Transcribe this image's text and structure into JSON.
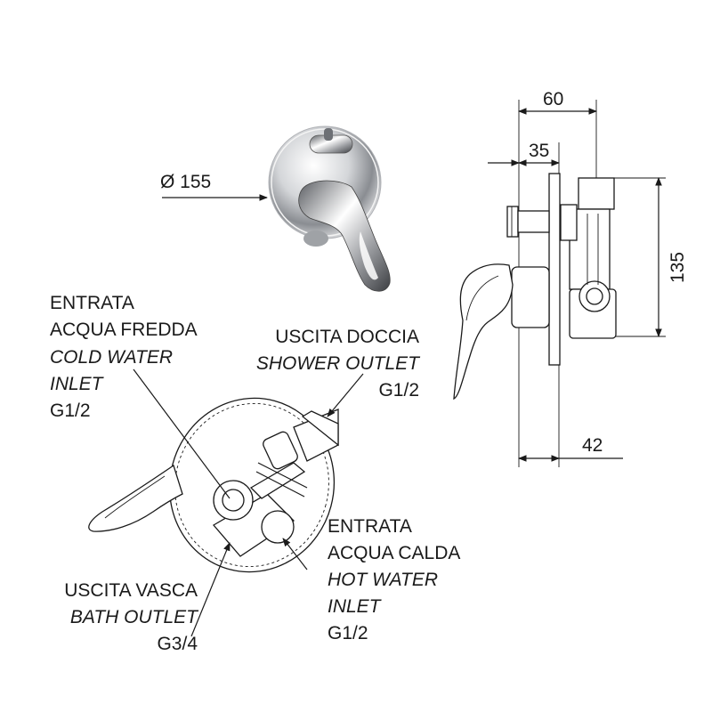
{
  "dimensions": {
    "diameter": "Ø 155",
    "width_60": "60",
    "width_35": "35",
    "height_135": "135",
    "depth_42": "42"
  },
  "labels": {
    "cold_inlet": {
      "line1": "ENTRATA",
      "line2": "ACQUA FREDDA",
      "line3": "COLD WATER",
      "line4": "INLET",
      "line5": "G1/2"
    },
    "shower_outlet": {
      "line1": "USCITA DOCCIA",
      "line2": "SHOWER OUTLET",
      "line3": "G1/2"
    },
    "hot_inlet": {
      "line1": "ENTRATA",
      "line2": "ACQUA CALDA",
      "line3": "HOT WATER",
      "line4": "INLET",
      "line5": "G1/2"
    },
    "bath_outlet": {
      "line1": "USCITA VASCA",
      "line2": "BATH OUTLET",
      "line3": "G3/4"
    }
  }
}
